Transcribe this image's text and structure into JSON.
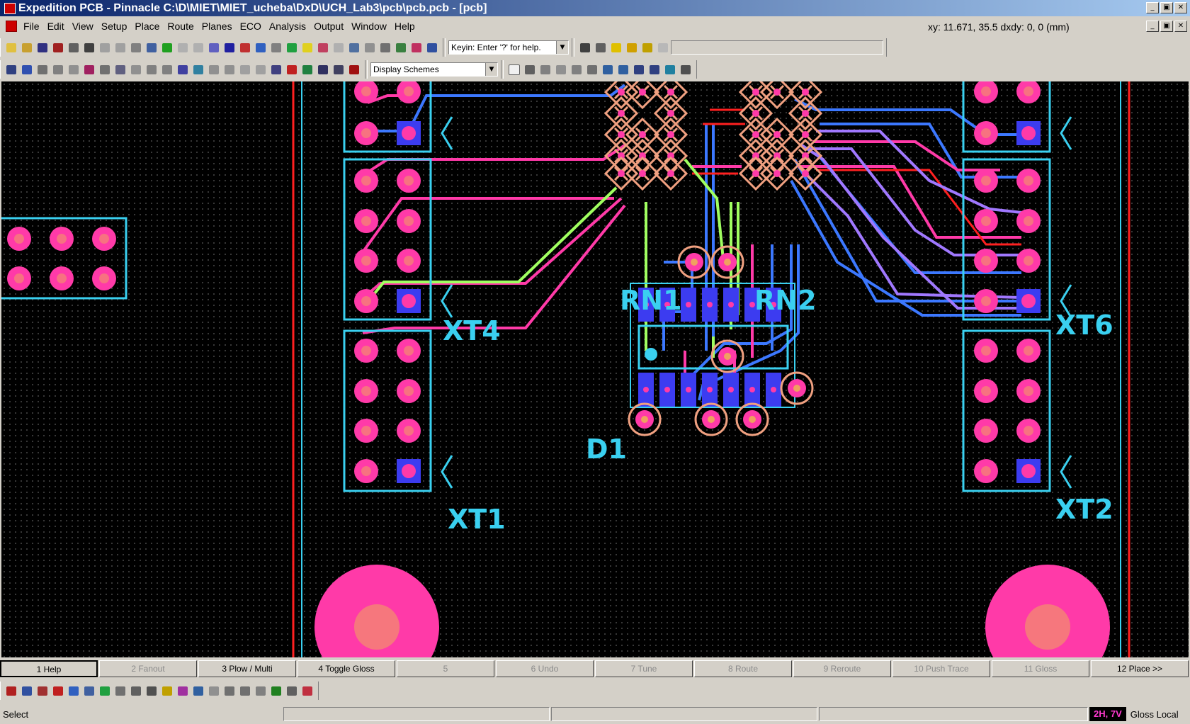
{
  "window": {
    "title": "Expedition PCB - Pinnacle  C:\\D\\MIET\\MIET_ucheba\\DxD\\UCH_Lab3\\pcb\\pcb.pcb - [pcb]",
    "minimize": "_",
    "restore": "▣",
    "close": "✕"
  },
  "menu": [
    {
      "label": "File"
    },
    {
      "label": "Edit"
    },
    {
      "label": "View"
    },
    {
      "label": "Setup"
    },
    {
      "label": "Place"
    },
    {
      "label": "Route"
    },
    {
      "label": "Planes"
    },
    {
      "label": "ECO"
    },
    {
      "label": "Analysis"
    },
    {
      "label": "Output"
    },
    {
      "label": "Window"
    },
    {
      "label": "Help"
    }
  ],
  "coords": "xy: 11.671, 35.5   dxdy: 0, 0   (mm)",
  "toolbar": {
    "keyin_value": "Keyin: Enter '?' for help.",
    "scheme_value": "Display Schemes",
    "dropdown_arrow": "▼"
  },
  "canvas_labels": {
    "xt4": "XT4",
    "xt1": "XT1",
    "xt6": "XT6",
    "xt2": "XT2",
    "rn1": "RN1",
    "rn2": "RN2",
    "d1": "D1"
  },
  "colors": {
    "outline": "#3ad0f0",
    "pad": "#ff3aa8",
    "pad_center": "#f0a060",
    "top_trace": "#ff3aa8",
    "bottom_trace": "#3c78ff",
    "violet_trace": "#a078ff",
    "green_trace": "#a0ff60",
    "red_trace": "#ff2020",
    "via": "#f0a080"
  },
  "function_keys": [
    {
      "label": "1 Help",
      "enabled": true
    },
    {
      "label": "2 Fanout",
      "enabled": false
    },
    {
      "label": "3 Plow / Multi",
      "enabled": true
    },
    {
      "label": "4 Toggle Gloss",
      "enabled": true
    },
    {
      "label": "5",
      "enabled": false
    },
    {
      "label": "6 Undo",
      "enabled": false
    },
    {
      "label": "7 Tune",
      "enabled": false
    },
    {
      "label": "8 Route",
      "enabled": false
    },
    {
      "label": "9 Reroute",
      "enabled": false
    },
    {
      "label": "10 Push Trace",
      "enabled": false
    },
    {
      "label": "11 Gloss",
      "enabled": false
    },
    {
      "label": "12 Place >>",
      "enabled": true
    }
  ],
  "status": {
    "mode": "Select",
    "layers": "2H, 7V",
    "gloss": "Gloss Local"
  }
}
